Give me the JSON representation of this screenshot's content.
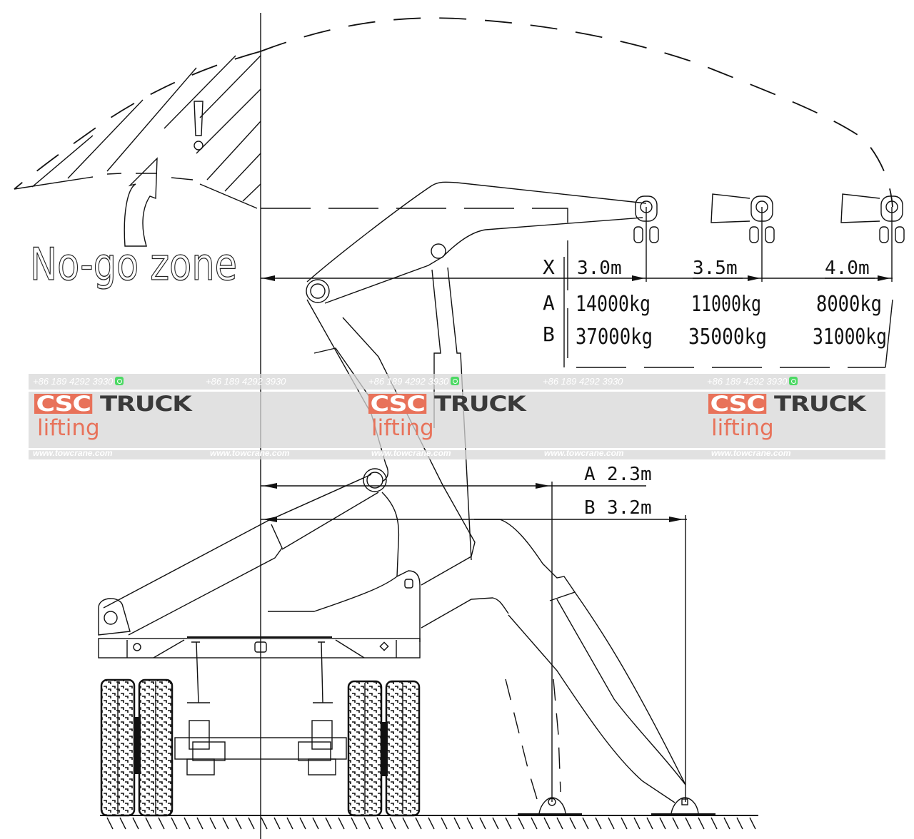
{
  "diagram": {
    "type": "crane-lifting-capacity-diagram",
    "no_go_zone": {
      "label": "No-go zone",
      "warning_symbol": "!"
    },
    "load_table": {
      "row_labels": [
        "X",
        "A",
        "B"
      ],
      "columns": [
        {
          "radius": "3.0m",
          "capacity_a": "14000kg",
          "capacity_b": "37000kg"
        },
        {
          "radius": "3.5m",
          "capacity_a": "11000kg",
          "capacity_b": "35000kg"
        },
        {
          "radius": "4.0m",
          "capacity_a": "8000kg",
          "capacity_b": "31000kg"
        }
      ]
    },
    "outrigger_dimensions": [
      {
        "label": "A",
        "value": "2.3m"
      },
      {
        "label": "B",
        "value": "3.2m"
      }
    ]
  },
  "watermark": {
    "phone": "+86 189 4292 3930",
    "logo_part1": "CSC",
    "logo_part2": "TRUCK",
    "logo_sub": "lifting",
    "url": "www.towcrane.com",
    "brand_color": "#e8725a",
    "dark_color": "#3a3a3a",
    "icon": "whatsapp-icon"
  }
}
